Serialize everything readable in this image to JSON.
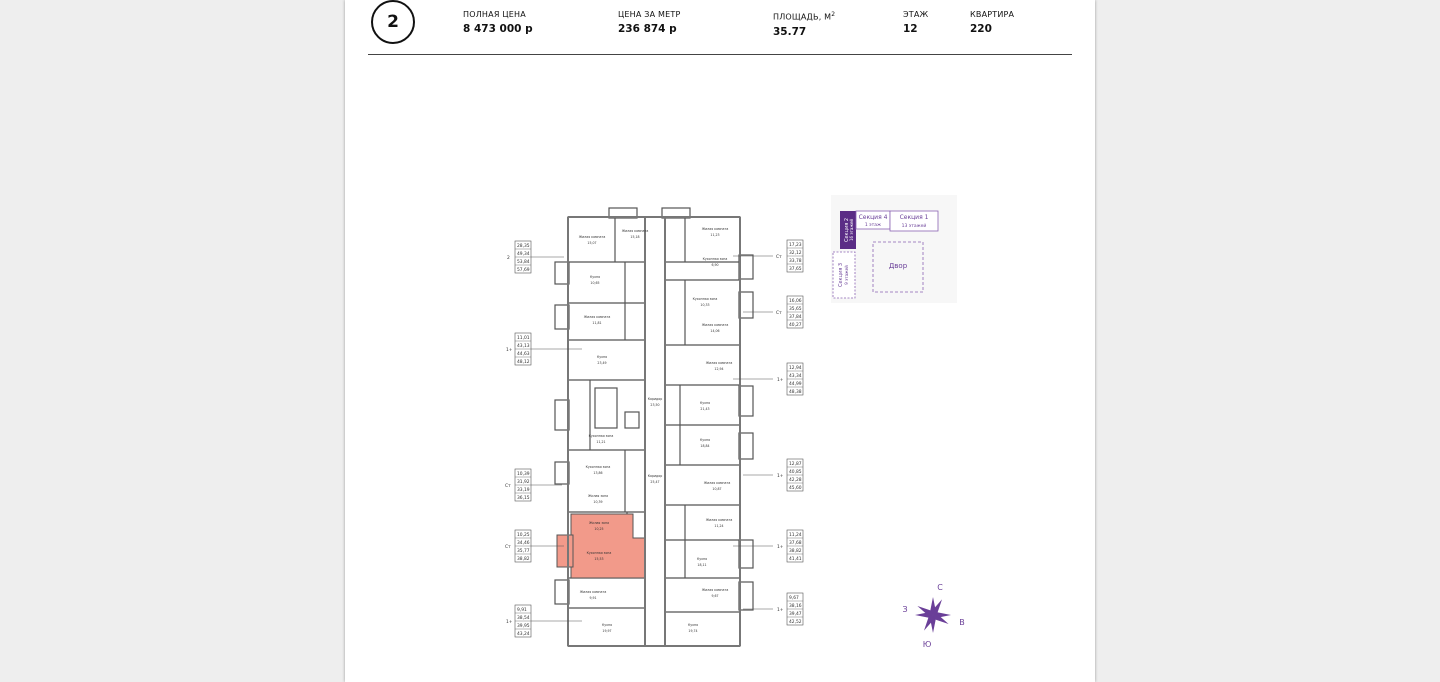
{
  "listing": {
    "rooms": "2",
    "price": {
      "label": "ПОЛНАЯ ЦЕНА",
      "value": "8 473 000 р"
    },
    "price_per_meter": {
      "label": "ЦЕНА ЗА МЕТР",
      "value": "236 874 р"
    },
    "area": {
      "label": "ПЛОЩАДЬ, М",
      "sup": "2",
      "value": "35.77"
    },
    "floor": {
      "label": "ЭТАЖ",
      "value": "12"
    },
    "apartment": {
      "label": "КВАРТИРА",
      "value": "220"
    }
  },
  "key_plan": {
    "section4": "Секция 4",
    "section4_floors": "1 этаж",
    "section1": "Секция 1",
    "section1_floors": "13 этажей",
    "section2": "Секция 2",
    "section2_floors": "16 этажей",
    "section3": "Секция 3",
    "section3_floors": "9 этажей",
    "yard": "Двор"
  },
  "compass": {
    "n": "С",
    "s": "Ю",
    "w": "З",
    "e": "В"
  },
  "legend_left": [
    {
      "type": "2",
      "areas": [
        "28,35",
        "49,34",
        "53,84",
        "57,69"
      ]
    },
    {
      "type": "1+",
      "areas": [
        "11,01",
        "43,13",
        "44,63",
        "48,12"
      ]
    },
    {
      "type": "Ст",
      "areas": [
        "10,39",
        "31,92",
        "33,19",
        "36,15"
      ]
    },
    {
      "type": "Ст",
      "areas": [
        "10,25",
        "34,46",
        "35,77",
        "38,82"
      ]
    },
    {
      "type": "1+",
      "areas": [
        "9,91",
        "38,54",
        "39,95",
        "43,24"
      ]
    }
  ],
  "legend_right": [
    {
      "type": "Ст",
      "areas": [
        "17,23",
        "32,12",
        "33,78",
        "37,65"
      ]
    },
    {
      "type": "Ст",
      "areas": [
        "16,06",
        "35,65",
        "37,84",
        "40,27"
      ]
    },
    {
      "type": "1+",
      "areas": [
        "12,94",
        "43,34",
        "44,99",
        "48,38"
      ]
    },
    {
      "type": "1+",
      "areas": [
        "12,87",
        "40,85",
        "42,28",
        "45,60"
      ]
    },
    {
      "type": "1+",
      "areas": [
        "11,24",
        "37,68",
        "38,82",
        "41,41"
      ]
    },
    {
      "type": "1+",
      "areas": [
        "9,67",
        "38,16",
        "39,47",
        "42,52"
      ]
    }
  ],
  "room_labels": [
    "Жилая комната",
    "15,07",
    "Жилая комната",
    "15,18",
    "Жилая комната",
    "11,23",
    "Кухня",
    "10,65",
    "Кухонная зона",
    "6,90",
    "Жилая комната",
    "11,81",
    "Кухня",
    "23,49",
    "Кухонная зона",
    "10,33",
    "Жилая комната",
    "14,06",
    "Жилая комната",
    "12,94",
    "Коридор",
    "23,50",
    "Кухня",
    "21,43",
    "Кухонная зона",
    "11,21",
    "Кухня",
    "18,84",
    "Кухонная зона",
    "13,86",
    "Коридор",
    "25,47",
    "Жилая комната",
    "10,87",
    "Жилая зона",
    "10,39",
    "Жилая зона",
    "10,25",
    "Кухонная зона",
    "15,53",
    "Жилая комната",
    "11,24",
    "Кухня",
    "18,11",
    "Жилая комната",
    "9,91",
    "Жилая комната",
    "9,67",
    "Кухня",
    "19,97",
    "Кухня",
    "19,74"
  ],
  "colors": {
    "highlight": "#f29a8a",
    "purple": "#5b2d86",
    "purple_light": "#8b63b3",
    "wall": "#555555"
  }
}
